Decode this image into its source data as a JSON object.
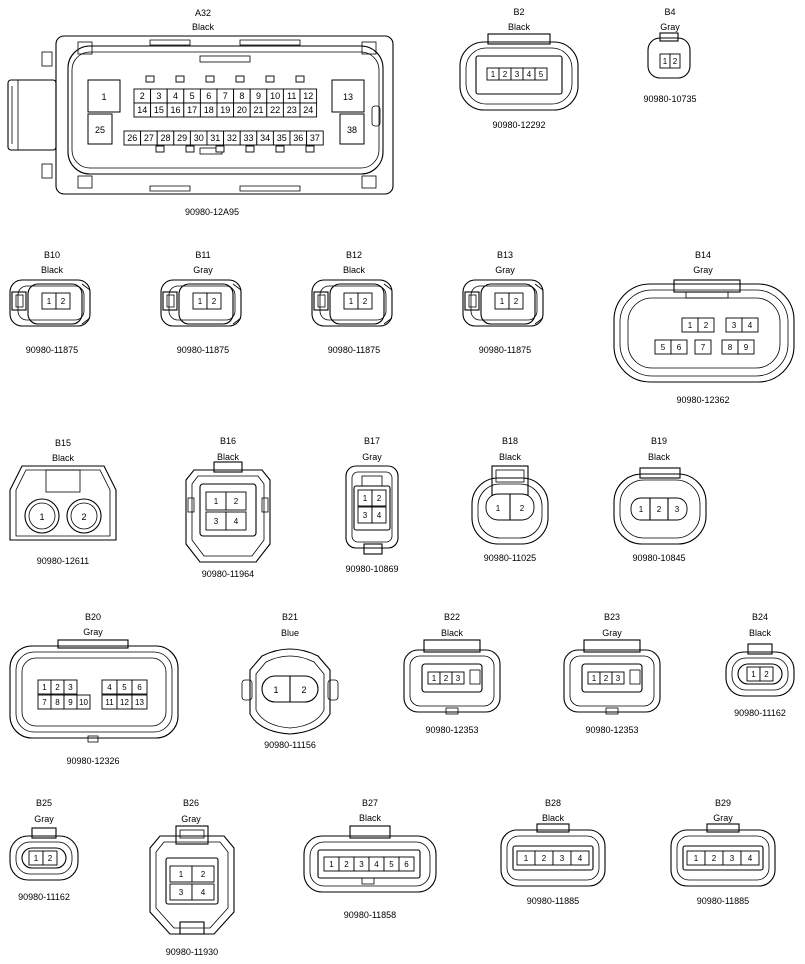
{
  "connectors": {
    "a32": {
      "code": "A32",
      "color": "Black",
      "part": "90980-12A95",
      "pins": [
        "1",
        "2",
        "3",
        "4",
        "5",
        "6",
        "7",
        "8",
        "9",
        "10",
        "11",
        "12",
        "13",
        "14",
        "15",
        "16",
        "17",
        "18",
        "19",
        "20",
        "21",
        "22",
        "23",
        "24",
        "25",
        "26",
        "27",
        "28",
        "29",
        "30",
        "31",
        "32",
        "33",
        "34",
        "35",
        "36",
        "37",
        "38"
      ]
    },
    "b2": {
      "code": "B2",
      "color": "Black",
      "part": "90980-12292",
      "pins": [
        "1",
        "2",
        "3",
        "4",
        "5"
      ]
    },
    "b4": {
      "code": "B4",
      "color": "Gray",
      "part": "90980-10735",
      "pins": [
        "1",
        "2"
      ]
    },
    "b10": {
      "code": "B10",
      "color": "Black",
      "part": "90980-11875",
      "pins": [
        "1",
        "2"
      ]
    },
    "b11": {
      "code": "B11",
      "color": "Gray",
      "part": "90980-11875",
      "pins": [
        "1",
        "2"
      ]
    },
    "b12": {
      "code": "B12",
      "color": "Black",
      "part": "90980-11875",
      "pins": [
        "1",
        "2"
      ]
    },
    "b13": {
      "code": "B13",
      "color": "Gray",
      "part": "90980-11875",
      "pins": [
        "1",
        "2"
      ]
    },
    "b14": {
      "code": "B14",
      "color": "Gray",
      "part": "90980-12362",
      "pins": [
        "1",
        "2",
        "3",
        "4",
        "5",
        "6",
        "7",
        "8",
        "9"
      ]
    },
    "b15": {
      "code": "B15",
      "color": "Black",
      "part": "90980-12611",
      "pins": [
        "1",
        "2"
      ]
    },
    "b16": {
      "code": "B16",
      "color": "Black",
      "part": "90980-11964",
      "pins": [
        "1",
        "2",
        "3",
        "4"
      ]
    },
    "b17": {
      "code": "B17",
      "color": "Gray",
      "part": "90980-10869",
      "pins": [
        "1",
        "2",
        "3",
        "4"
      ]
    },
    "b18": {
      "code": "B18",
      "color": "Black",
      "part": "90980-11025",
      "pins": [
        "1",
        "2"
      ]
    },
    "b19": {
      "code": "B19",
      "color": "Black",
      "part": "90980-10845",
      "pins": [
        "1",
        "2",
        "3"
      ]
    },
    "b20": {
      "code": "B20",
      "color": "Gray",
      "part": "90980-12326",
      "pins": [
        "1",
        "2",
        "3",
        "4",
        "5",
        "6",
        "7",
        "8",
        "9",
        "10",
        "11",
        "12",
        "13"
      ]
    },
    "b21": {
      "code": "B21",
      "color": "Blue",
      "part": "90980-11156",
      "pins": [
        "1",
        "2"
      ]
    },
    "b22": {
      "code": "B22",
      "color": "Black",
      "part": "90980-12353",
      "pins": [
        "1",
        "2",
        "3"
      ]
    },
    "b23": {
      "code": "B23",
      "color": "Gray",
      "part": "90980-12353",
      "pins": [
        "1",
        "2",
        "3"
      ]
    },
    "b24": {
      "code": "B24",
      "color": "Black",
      "part": "90980-11162",
      "pins": [
        "1",
        "2"
      ]
    },
    "b25": {
      "code": "B25",
      "color": "Gray",
      "part": "90980-11162",
      "pins": [
        "1",
        "2"
      ]
    },
    "b26": {
      "code": "B26",
      "color": "Gray",
      "part": "90980-11930",
      "pins": [
        "1",
        "2",
        "3",
        "4"
      ]
    },
    "b27": {
      "code": "B27",
      "color": "Black",
      "part": "90980-11858",
      "pins": [
        "1",
        "2",
        "3",
        "4",
        "5",
        "6"
      ]
    },
    "b28": {
      "code": "B28",
      "color": "Black",
      "part": "90980-11885",
      "pins": [
        "1",
        "2",
        "3",
        "4"
      ]
    },
    "b29": {
      "code": "B29",
      "color": "Gray",
      "part": "90980-11885",
      "pins": [
        "1",
        "2",
        "3",
        "4"
      ]
    }
  }
}
